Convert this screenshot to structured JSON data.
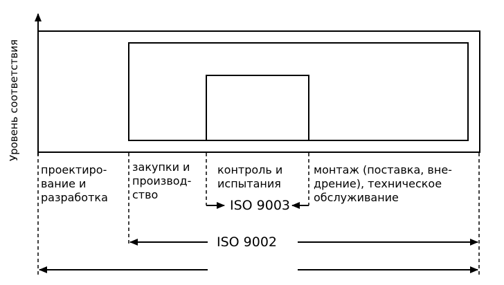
{
  "y_axis_label": "Уровень соответствия",
  "phases": [
    {
      "lines": [
        "проектиро-",
        "вание и",
        "разработка"
      ]
    },
    {
      "lines": [
        "закупки и",
        "производ-",
        "ство"
      ]
    },
    {
      "lines": [
        "контроль и",
        "испытания"
      ]
    },
    {
      "lines": [
        "монтаж (поставка, вне-",
        "дрение), техническое",
        "обслуживание"
      ]
    }
  ],
  "standards": {
    "iso_9003": "ISO 9003",
    "iso_9002": "ISO 9002"
  },
  "colors": {
    "line": "#000000",
    "background": "#ffffff"
  }
}
